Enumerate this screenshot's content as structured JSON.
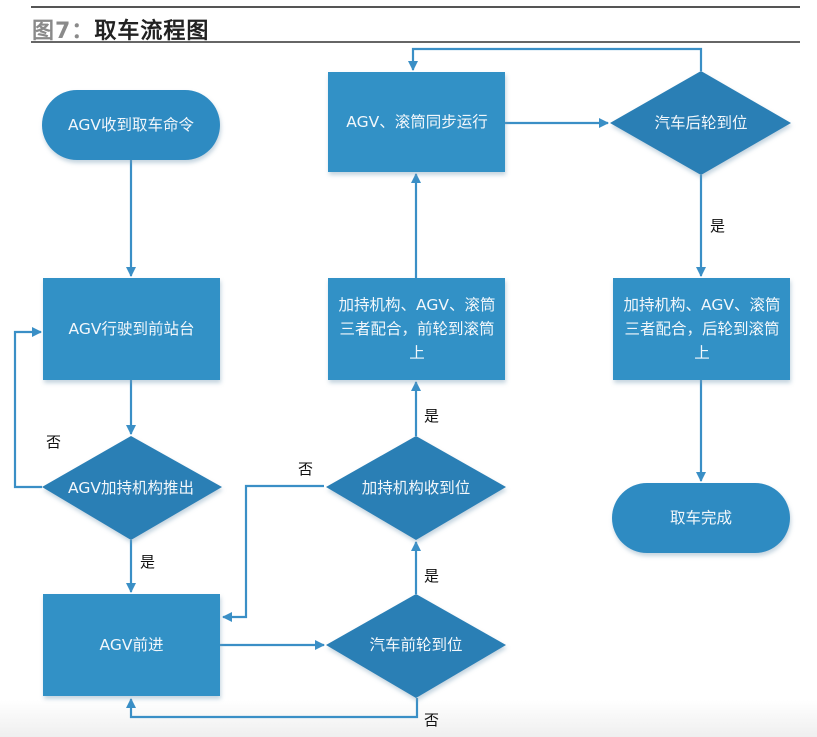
{
  "figure": {
    "label": "图7：",
    "title": "取车流程图"
  },
  "colors": {
    "node_fill": "#2f8bc2",
    "node_fill_dark": "#2a7fb5",
    "connector": "#3a8fc6",
    "node_text": "#f2f7fb"
  },
  "nodes": {
    "start": {
      "shape": "terminator",
      "text": "AGV收到取车命令"
    },
    "drive_to_front_station": {
      "shape": "process",
      "text": "AGV行驶到前站台"
    },
    "clamp_extended": {
      "shape": "decision",
      "text": "AGV加持机构推出"
    },
    "agv_forward": {
      "shape": "process",
      "text": "AGV前进"
    },
    "front_wheel_in_place": {
      "shape": "decision",
      "text": "汽车前轮到位"
    },
    "clamp_retracted": {
      "shape": "decision",
      "text": "加持机构收到位"
    },
    "front_wheel_onto_roller": {
      "shape": "process",
      "text": "加持机构、AGV、滚筒三者配合，前轮到滚筒上"
    },
    "sync_run": {
      "shape": "process",
      "text": "AGV、滚筒同步运行"
    },
    "rear_wheel_in_place": {
      "shape": "decision",
      "text": "汽车后轮到位"
    },
    "rear_wheel_onto_roller": {
      "shape": "process",
      "text": "加持机构、AGV、滚筒三者配合，后轮到滚筒上"
    },
    "end": {
      "shape": "terminator",
      "text": "取车完成"
    }
  },
  "edge_labels": {
    "yes": "是",
    "no": "否"
  },
  "edges": [
    {
      "from": "start",
      "to": "drive_to_front_station",
      "label": ""
    },
    {
      "from": "drive_to_front_station",
      "to": "clamp_extended",
      "label": ""
    },
    {
      "from": "clamp_extended",
      "to": "drive_to_front_station",
      "label": "否"
    },
    {
      "from": "clamp_extended",
      "to": "agv_forward",
      "label": "是"
    },
    {
      "from": "agv_forward",
      "to": "front_wheel_in_place",
      "label": ""
    },
    {
      "from": "front_wheel_in_place",
      "to": "agv_forward",
      "label": "否"
    },
    {
      "from": "front_wheel_in_place",
      "to": "clamp_retracted",
      "label": "是"
    },
    {
      "from": "clamp_retracted",
      "to": "agv_forward",
      "label": "否"
    },
    {
      "from": "clamp_retracted",
      "to": "front_wheel_onto_roller",
      "label": "是"
    },
    {
      "from": "front_wheel_onto_roller",
      "to": "sync_run",
      "label": ""
    },
    {
      "from": "sync_run",
      "to": "rear_wheel_in_place",
      "label": ""
    },
    {
      "from": "rear_wheel_in_place",
      "to": "sync_run",
      "label": ""
    },
    {
      "from": "rear_wheel_in_place",
      "to": "rear_wheel_onto_roller",
      "label": "是"
    },
    {
      "from": "rear_wheel_onto_roller",
      "to": "end",
      "label": ""
    }
  ]
}
